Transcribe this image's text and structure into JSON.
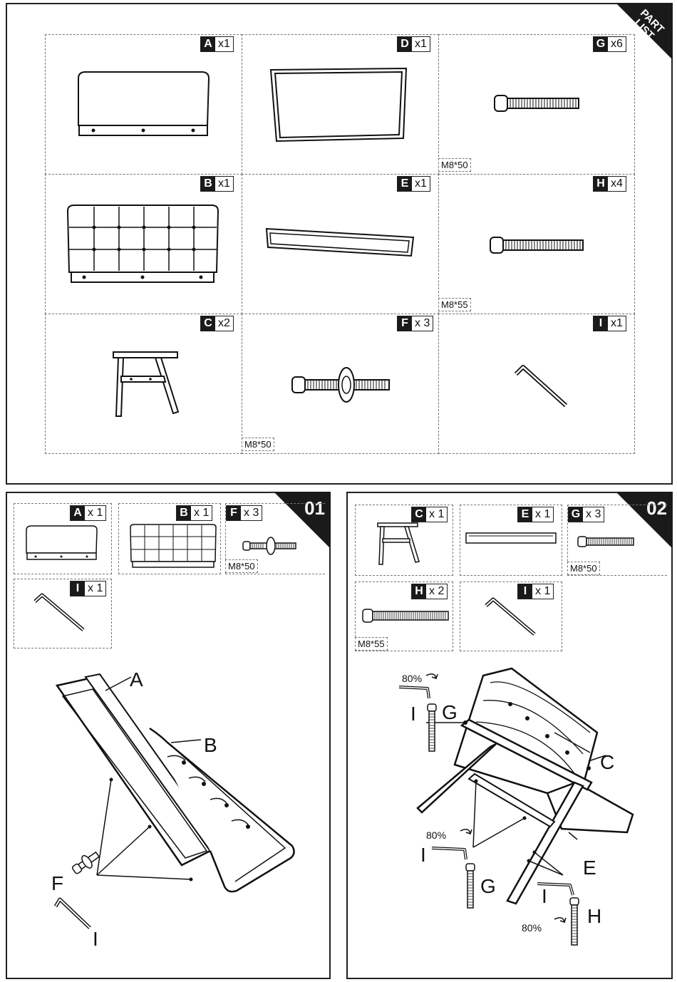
{
  "part_list": {
    "badge": "PART LIST",
    "parts": [
      {
        "letter": "A",
        "qty": "x1"
      },
      {
        "letter": "D",
        "qty": "x1"
      },
      {
        "letter": "G",
        "qty": "x6",
        "spec": "M8*50"
      },
      {
        "letter": "B",
        "qty": "x1"
      },
      {
        "letter": "E",
        "qty": "x1"
      },
      {
        "letter": "H",
        "qty": "x4",
        "spec": "M8*55"
      },
      {
        "letter": "C",
        "qty": "x2"
      },
      {
        "letter": "F",
        "qty": "x 3",
        "spec": "M8*50"
      },
      {
        "letter": "I",
        "qty": "x1"
      }
    ]
  },
  "step1": {
    "number": "01",
    "parts": [
      {
        "letter": "A",
        "qty": "x 1"
      },
      {
        "letter": "B",
        "qty": "x 1"
      },
      {
        "letter": "F",
        "qty": "x 3",
        "spec": "M8*50"
      },
      {
        "letter": "I",
        "qty": "x 1"
      }
    ],
    "callouts": {
      "a": "A",
      "b": "B",
      "f": "F",
      "i": "I"
    }
  },
  "step2": {
    "number": "02",
    "parts": [
      {
        "letter": "C",
        "qty": "x 1"
      },
      {
        "letter": "E",
        "qty": "x 1"
      },
      {
        "letter": "G",
        "qty": "x 3",
        "spec": "M8*50"
      },
      {
        "letter": "H",
        "qty": "x 2",
        "spec": "M8*55"
      },
      {
        "letter": "I",
        "qty": "x 1"
      }
    ],
    "callouts": {
      "i1": "I",
      "g1": "G",
      "c": "C",
      "i2": "I",
      "g2": "G",
      "e": "E",
      "i3": "I",
      "h": "H"
    },
    "torque": [
      "80%",
      "80%",
      "80%"
    ]
  }
}
